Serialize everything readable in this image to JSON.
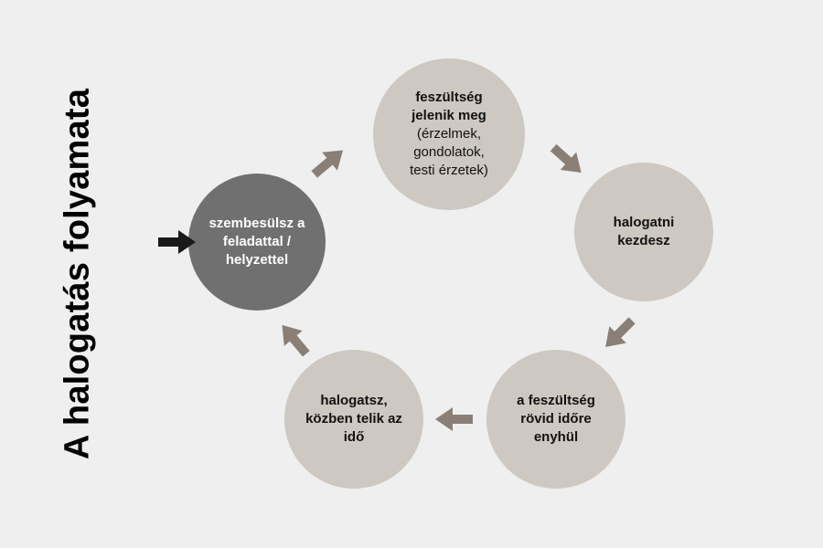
{
  "title": "A halogatás folyamata",
  "nodes": {
    "start": "szembesülsz a feladattal / helyzettel",
    "tension_bold_1": "feszültség",
    "tension_bold_2": "jelenik meg",
    "tension_detail_1": "(érzelmek,",
    "tension_detail_2": "gondolatok,",
    "tension_detail_3": "testi érzetek)",
    "begin_procrastinating": "halogatni kezdesz",
    "relief": "a feszültség rövid időre enyhül",
    "procrastinate": "halogatsz, közben telik az idő"
  },
  "colors": {
    "background": "#efefef",
    "light_node": "#cdc8c2",
    "dark_node": "#707070",
    "arrow": "#8a7f76",
    "entry_arrow": "#1a1a1a"
  }
}
